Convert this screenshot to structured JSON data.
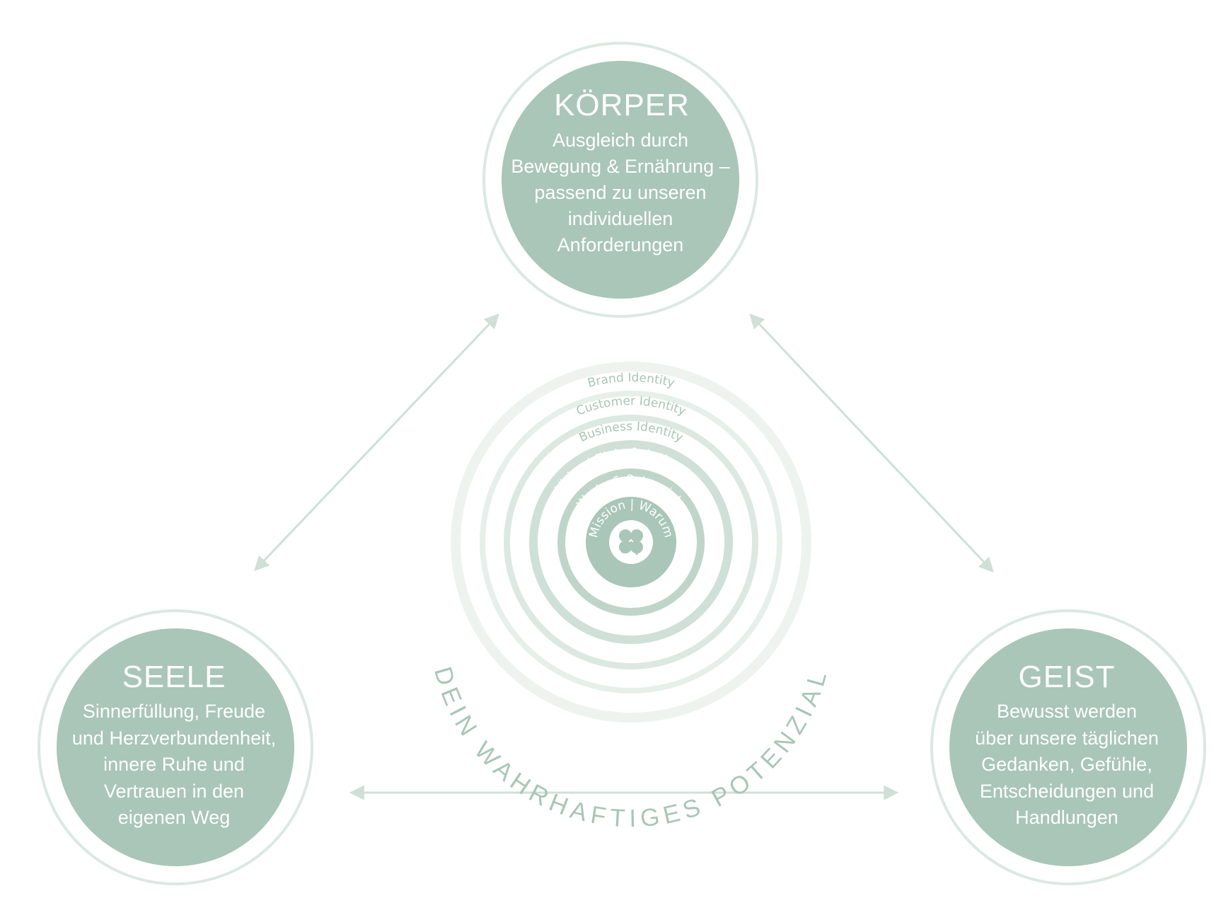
{
  "colors": {
    "node_fill": "#a9c6b8",
    "node_outline": "#dce8e2",
    "arrow": "#cfe0d8",
    "ring_1": "#eef3f0",
    "ring_2": "#e7efeb",
    "ring_3": "#dce8e2",
    "ring_4": "#cfe0d8",
    "ring_5": "#bfd5ca",
    "ring_6": "#a9c6b8",
    "label_muted": "#a9c6b8",
    "label_light": "#ffffff"
  },
  "nodes": {
    "koerper": {
      "title": "KÖRPER",
      "lines": [
        "Ausgleich durch",
        "Bewegung & Ernährung –",
        "passend zu unseren",
        "individuellen",
        "Anforderungen"
      ]
    },
    "seele": {
      "title": "SEELE",
      "lines": [
        "Sinnerfüllung, Freude",
        "und Herzverbundenheit,",
        "innere Ruhe und",
        "Vertrauen in den",
        "eigenen Weg"
      ]
    },
    "geist": {
      "title": "GEIST",
      "lines": [
        "Bewusst werden",
        "über unsere täglichen",
        "Gedanken, Gefühle,",
        "Entscheidungen und",
        "Handlungen"
      ]
    }
  },
  "rings": [
    "Brand Identity",
    "Customer Identity",
    "Business Identity",
    "Vision | Ziele & Actionsteps",
    "Werte & Potenziale",
    "Mission | Warum"
  ],
  "center_icon": "four-leaf-clover-icon",
  "arc_label": "DEIN WAHRHAFTIGES POTENZIAL"
}
